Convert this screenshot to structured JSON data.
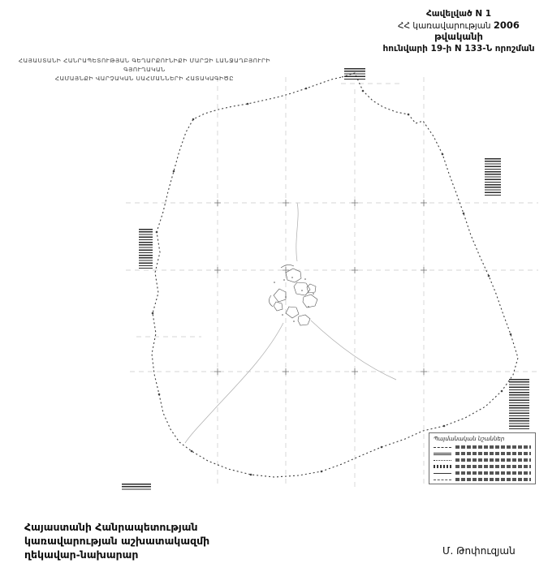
{
  "document": {
    "appendix": {
      "line1": "Հավելված N 1",
      "line2_normal": "ՀՀ կառավարության ",
      "line2_bold": "2006 թվականի",
      "line3": "հունվարի 19-ի N 133-Ն որոշման"
    },
    "title": {
      "line1": "ՀԱՅԱՍՏԱՆԻ ՀԱՆՐԱՊԵՏՈՒԹՅԱՆ ԳԵՂԱՐՔՈՒՆԻՔԻ ՄԱՐԶԻ ԼԱՆՋԱՂԲՅՈՒՐԻ ԳՅՈՒՂԱԿԱՆ",
      "line2": "ՀԱՄԱՅՆՔԻ ՎԱՐՉԱԿԱՆ ՍԱՀՄԱՆՆԵՐԻ ՀԱՏԱԿԱԳԻԾԸ"
    },
    "signature": {
      "line1": "Հայաստանի Հանրապետության",
      "line2": "կառավարության աշխատակազմի",
      "line3": "ղեկավար-նախարար",
      "signer": "Մ. Թոփուզյան"
    }
  },
  "map": {
    "legend": {
      "title": "Պայմանական նշաններ"
    },
    "colors": {
      "boundary": "#3d3d3d",
      "grid": "#9a9a9a",
      "ink": "#1a1a1a"
    }
  }
}
